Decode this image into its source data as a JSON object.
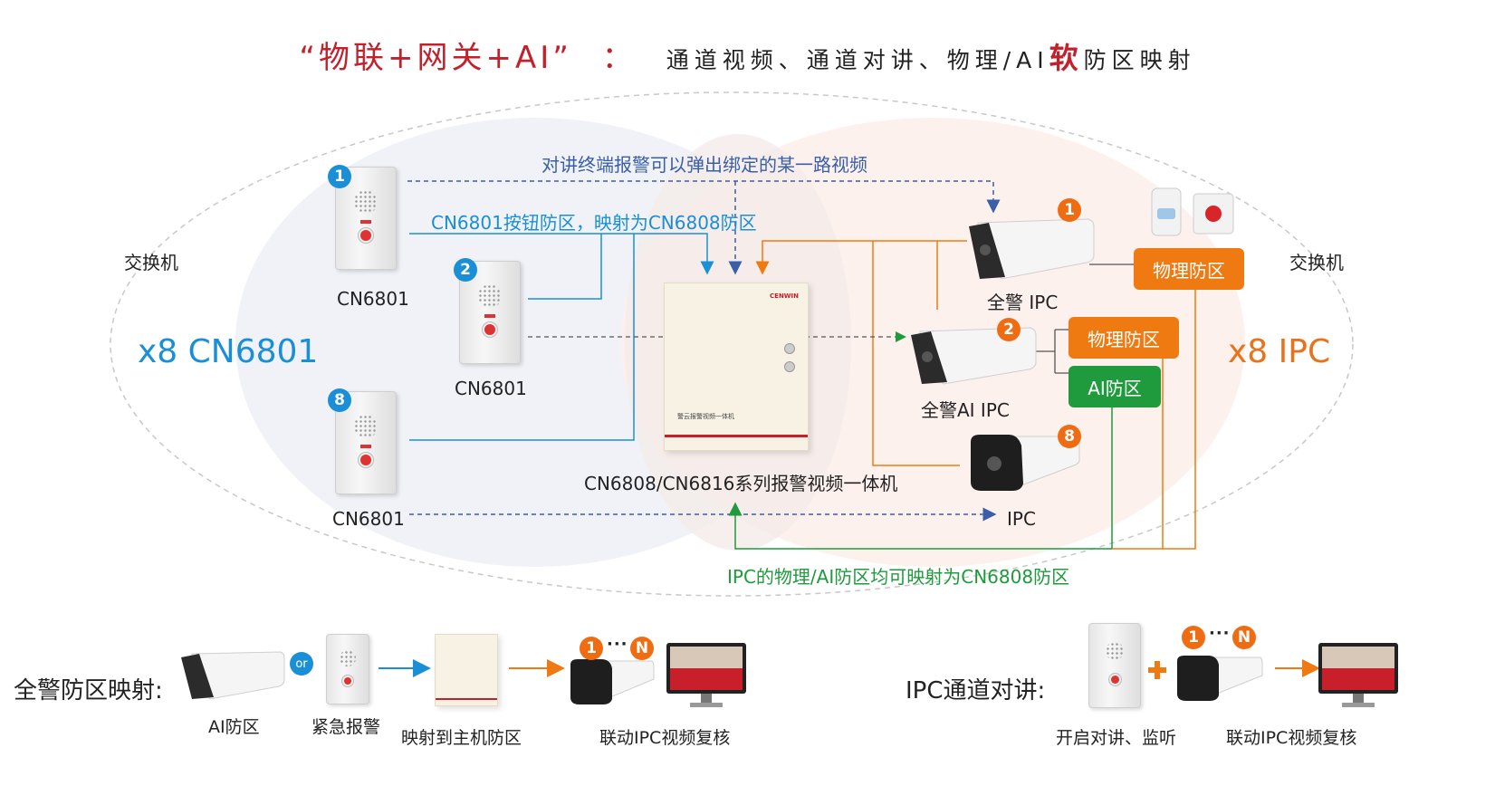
{
  "title": {
    "quote_open": "“物联+网关+AI”",
    "colon": "：",
    "part1": "通道视频、通道对讲、物理/AI",
    "soft": "软",
    "part2": "防区映射"
  },
  "switch_left": "交换机",
  "switch_right": "交换机",
  "x8_cn": "x8 CN6801",
  "x8_ipc": "x8 IPC",
  "notes": {
    "video_popup": "对讲终端报警可以弹出绑定的某一路视频",
    "button_zone": "CN6801按钮防区，映射为CN6808防区",
    "ipc_zone": "IPC的物理/AI防区均可映射为CN6808防区"
  },
  "devices": {
    "cn1": "CN6801",
    "cn2": "CN6801",
    "cn8": "CN6801",
    "host": "CN6808/CN6816系列报警视频一体机",
    "ipc1": "全警 IPC",
    "ipc2": "全警AI IPC",
    "ipc8": "IPC"
  },
  "badges": {
    "one": "1",
    "two": "2",
    "eight": "8",
    "n": "N",
    "or": "or",
    "dots": "···"
  },
  "zones": {
    "phys1": "物理防区",
    "phys2": "物理防区",
    "ai": "AI防区"
  },
  "bottom": {
    "left_title": "全警防区映射:",
    "right_title": "IPC通道对讲:",
    "ai_zone": "AI防区",
    "emergency": "紧急报警",
    "map_host": "映射到主机防区",
    "link_review1": "联动IPC视频复核",
    "open_talk": "开启对讲、监听",
    "link_review2": "联动IPC视频复核"
  },
  "colors": {
    "title_red": "#c3202c",
    "blue": "#1a8fd6",
    "dark_blue": "#3a5fa8",
    "orange": "#ef7a12",
    "green": "#1f9a3c"
  }
}
